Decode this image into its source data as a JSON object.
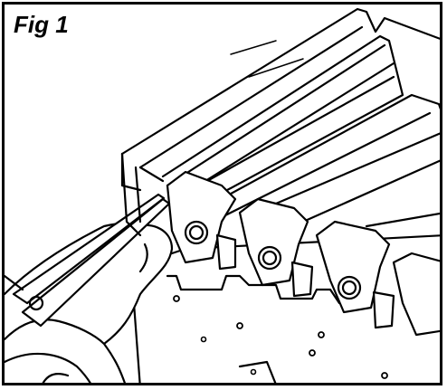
{
  "figure": {
    "label": "Fig 1"
  },
  "colors": {
    "ink": "#000000",
    "paper": "#ffffff"
  },
  "illustration": {
    "depicts": [
      "printer-unit",
      "ink-ribbon-rollers",
      "roller-clips",
      "hand-icon",
      "pliers-icon"
    ]
  }
}
